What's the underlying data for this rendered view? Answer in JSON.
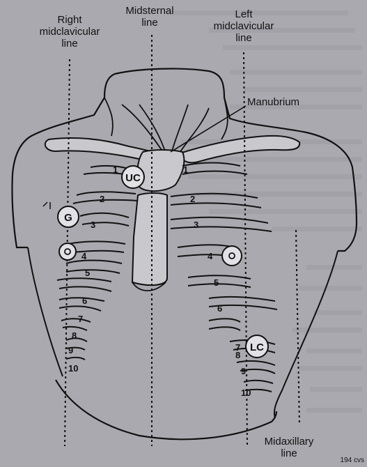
{
  "labels": {
    "right_midclavicular": "Right\nmidclavicular\nline",
    "midsternal": "Midsternal\nline",
    "left_midclavicular": "Left\nmidclavicular\nline",
    "manubrium": "Manubrium",
    "midaxillary": "Midaxillary\nline",
    "figure_code": "194 cvs"
  },
  "electrodes": {
    "uc": "UC",
    "g": "G",
    "lc": "LC"
  },
  "rib_numbers_right": [
    "1",
    "2",
    "3",
    "4",
    "5",
    "6",
    "7",
    "8",
    "9",
    "10"
  ],
  "rib_numbers_left": [
    "1",
    "2",
    "3",
    "4",
    "5",
    "6",
    "7",
    "8",
    "9",
    "10"
  ],
  "colors": {
    "background": "#aaa9af",
    "ink": "#111111",
    "torso_fill": "#c9c8cd",
    "bleed_text": "#9a99a0"
  }
}
